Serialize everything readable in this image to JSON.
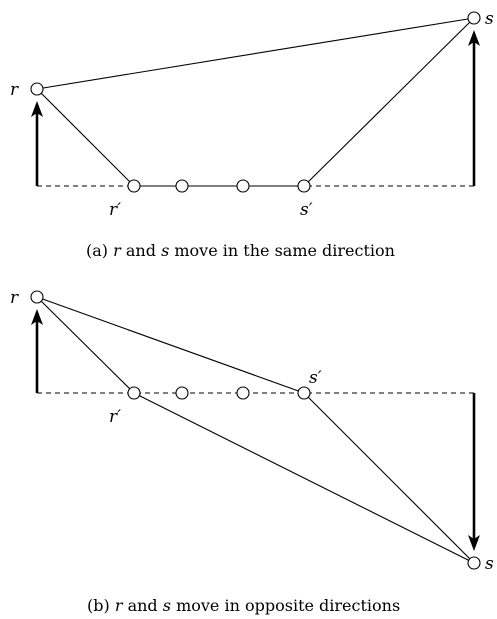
{
  "panel_a": {
    "label_r": "r",
    "label_s": "s",
    "label_r_prime": "r′",
    "label_s_prime": "s′",
    "caption": {
      "tag": "(a)",
      "var1": "r",
      "mid": "and",
      "var2": "s",
      "rest": "move in the same direction"
    }
  },
  "panel_b": {
    "label_r": "r",
    "label_s": "s",
    "label_r_prime": "r′",
    "label_s_prime": "s′",
    "caption": {
      "tag": "(b)",
      "var1": "r",
      "mid": "and",
      "var2": "s",
      "rest": "move in opposite directions"
    }
  }
}
